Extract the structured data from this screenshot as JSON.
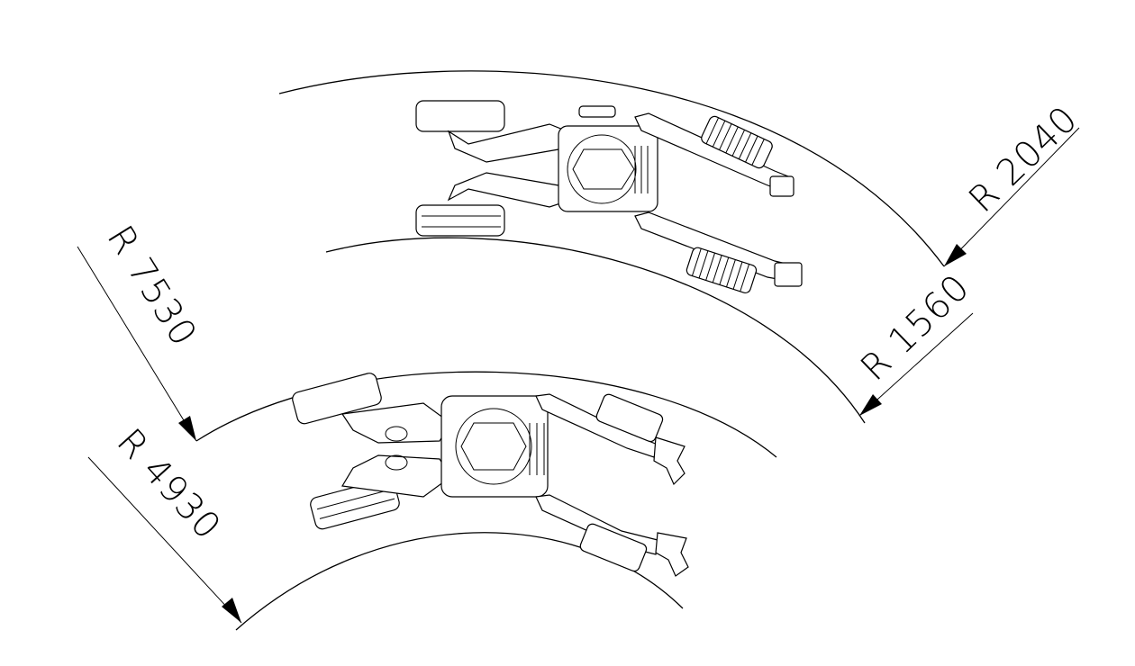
{
  "dimensions": {
    "top_outer": "R 2040",
    "top_inner": "R 1560",
    "bottom_outer": "R 7530",
    "bottom_inner": "R 4930"
  },
  "colors": {
    "line": "#000000",
    "background": "#ffffff"
  },
  "icons": {
    "top_machine": "wheeled-excavator-icon",
    "bottom_machine": "wheeled-excavator-icon"
  }
}
